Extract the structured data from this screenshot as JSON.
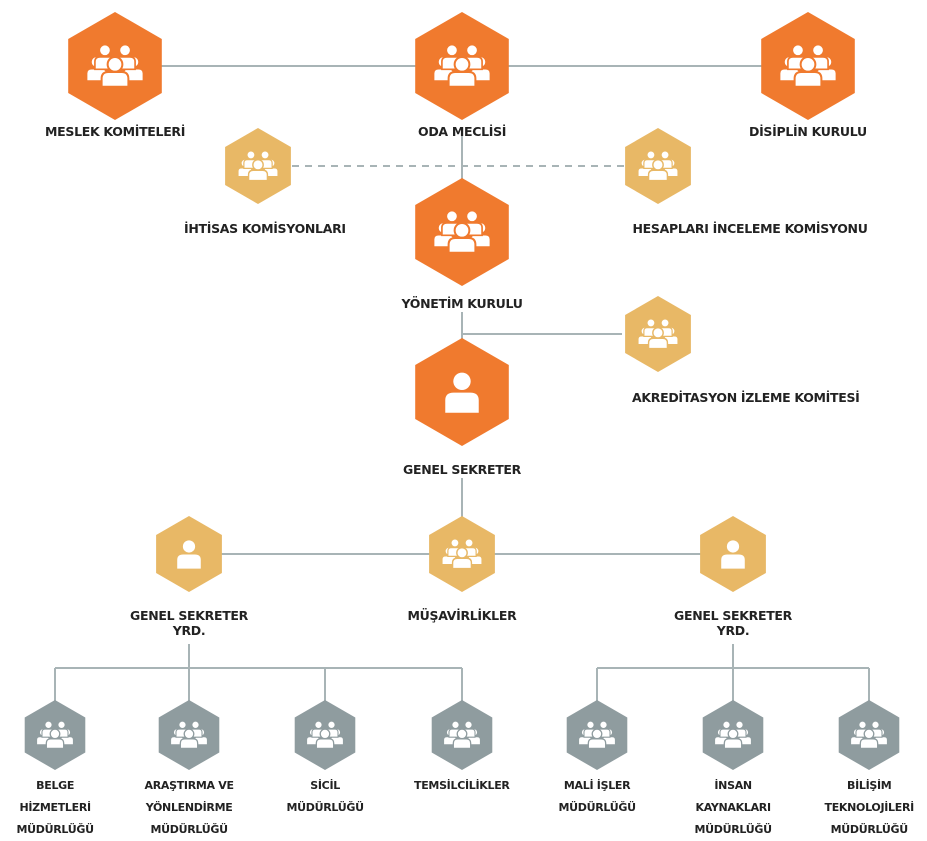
{
  "colors": {
    "primary": "#F07A2E",
    "secondary": "#E8B866",
    "tertiary": "#8F9C9F",
    "connector": "#A8B4B6"
  },
  "nodes": {
    "meslek_komiteleri": {
      "label": [
        "MESLEK KOMİTELERİ"
      ],
      "icon": "group-icon",
      "tier": "primary"
    },
    "oda_meclisi": {
      "label": [
        "ODA MECLİSİ"
      ],
      "icon": "group-icon",
      "tier": "primary"
    },
    "disiplin_kurulu": {
      "label": [
        "DİSİPLİN KURULU"
      ],
      "icon": "group-icon",
      "tier": "primary"
    },
    "ihtisas_komisyonlari": {
      "label": [
        "İHTİSAS KOMİSYONLARI"
      ],
      "icon": "group-icon",
      "tier": "secondary"
    },
    "hesaplari_inceleme": {
      "label": [
        "HESAPLARI İNCELEME KOMİSYONU"
      ],
      "icon": "group-icon",
      "tier": "secondary"
    },
    "yonetim_kurulu": {
      "label": [
        "YÖNETİM KURULU"
      ],
      "icon": "group-icon",
      "tier": "primary"
    },
    "akreditasyon": {
      "label": [
        "AKREDİTASYON İZLEME KOMİTESİ"
      ],
      "icon": "group-icon",
      "tier": "secondary"
    },
    "genel_sekreter": {
      "label": [
        "GENEL SEKRETER"
      ],
      "icon": "person-icon",
      "tier": "primary"
    },
    "gs_yrd_left": {
      "label": [
        "GENEL SEKRETER",
        "YRD."
      ],
      "icon": "person-icon",
      "tier": "secondary"
    },
    "musavirlikler": {
      "label": [
        "MÜŞAVİRLİKLER"
      ],
      "icon": "group-icon",
      "tier": "secondary"
    },
    "gs_yrd_right": {
      "label": [
        "GENEL SEKRETER",
        "YRD."
      ],
      "icon": "person-icon",
      "tier": "secondary"
    },
    "belge": {
      "label": [
        "BELGE",
        "HİZMETLERİ",
        "MÜDÜRLÜĞÜ"
      ],
      "icon": "group-icon",
      "tier": "tertiary"
    },
    "arastirma": {
      "label": [
        "ARAŞTIRMA VE",
        "YÖNLENDİRME",
        "MÜDÜRLÜĞÜ"
      ],
      "icon": "group-icon",
      "tier": "tertiary"
    },
    "sicil": {
      "label": [
        "SİCİL",
        "MÜDÜRLÜĞÜ"
      ],
      "icon": "group-icon",
      "tier": "tertiary"
    },
    "temsilcilikler": {
      "label": [
        "TEMSİLCİLİKLER"
      ],
      "icon": "group-icon",
      "tier": "tertiary"
    },
    "mali_isler": {
      "label": [
        "MALİ İŞLER",
        "MÜDÜRLÜĞÜ"
      ],
      "icon": "group-icon",
      "tier": "tertiary"
    },
    "insan_kaynaklari": {
      "label": [
        "İNSAN",
        "KAYNAKLARI",
        "MÜDÜRLÜĞÜ"
      ],
      "icon": "group-icon",
      "tier": "tertiary"
    },
    "bilisim": {
      "label": [
        "BİLİŞİM",
        "TEKNOLOJİLERİ",
        "MÜDÜRLÜĞÜ"
      ],
      "icon": "group-icon",
      "tier": "tertiary"
    }
  }
}
